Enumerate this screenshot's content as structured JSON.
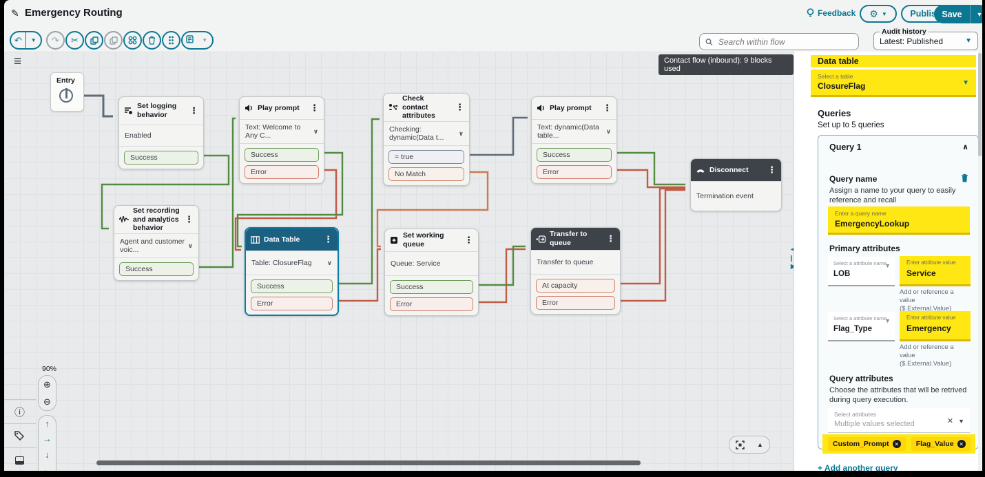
{
  "header": {
    "title": "Emergency Routing",
    "feedback": "Feedback",
    "publish": "Publish",
    "save": "Save",
    "search_placeholder": "Search within flow",
    "audit_label": "Audit history",
    "audit_value": "Latest: Published"
  },
  "canvas": {
    "badge": "Contact flow (inbound): 9 blocks used",
    "zoom_level": "90%",
    "entry_label": "Entry",
    "blocks": [
      {
        "title": "Set logging behavior",
        "body": "Enabled",
        "ports": [
          {
            "label": "Success",
            "type": "success"
          }
        ]
      },
      {
        "title": "Play prompt",
        "body": "Text: Welcome to Any C...",
        "ports": [
          {
            "label": "Success",
            "type": "success"
          },
          {
            "label": "Error",
            "type": "error"
          }
        ]
      },
      {
        "title": "Check contact attributes",
        "body": "Checking: dynamic(Data t...",
        "ports": [
          {
            "label": "= true",
            "type": "neutral"
          },
          {
            "label": "No Match",
            "type": "warning"
          }
        ]
      },
      {
        "title": "Play prompt",
        "body": "Text: dynamic(Data table...",
        "ports": [
          {
            "label": "Success",
            "type": "success"
          },
          {
            "label": "Error",
            "type": "error"
          }
        ]
      },
      {
        "title": "Set recording and analytics behavior",
        "body": "Agent and customer voic...",
        "ports": [
          {
            "label": "Success",
            "type": "success"
          }
        ]
      },
      {
        "title": "Data Table",
        "body": "Table: ClosureFlag",
        "ports": [
          {
            "label": "Success",
            "type": "success"
          },
          {
            "label": "Error",
            "type": "error"
          }
        ]
      },
      {
        "title": "Set working queue",
        "body": "Queue: Service",
        "ports": [
          {
            "label": "Success",
            "type": "success"
          },
          {
            "label": "Error",
            "type": "error"
          }
        ]
      },
      {
        "title": "Transfer to queue",
        "body": "Transfer to queue",
        "ports": [
          {
            "label": "At capacity",
            "type": "warning"
          },
          {
            "label": "Error",
            "type": "error"
          }
        ]
      },
      {
        "title": "Disconnect",
        "body": "Termination event",
        "ports": []
      }
    ]
  },
  "panel": {
    "data_table_heading": "Data table",
    "table_select_label": "Select a table",
    "table_select_value": "ClosureFlag",
    "queries_heading": "Queries",
    "queries_sub": "Set up to 5 queries",
    "query1": {
      "title": "Query 1",
      "name_heading": "Query name",
      "name_desc": "Assign a name to your query to easily reference and recall",
      "name_input_label": "Enter a query name",
      "name_input_value": "EmergencyLookup",
      "primary_heading": "Primary attributes",
      "attr_select_label": "Select a attribute name",
      "attr_value_label": "Enter attribute value",
      "attr_hint": "Add or reference a value ($.External.Value)",
      "attributes": [
        {
          "name": "LOB",
          "value": "Service"
        },
        {
          "name": "Flag_Type",
          "value": "Emergency"
        }
      ],
      "query_attrs_heading": "Query attributes",
      "query_attrs_desc": "Choose the attributes that will be retrived during query execution.",
      "select_attrs_label": "Select attributes",
      "select_attrs_placeholder": "Multiple values selected",
      "tokens": [
        {
          "label": "Custom_Prompt"
        },
        {
          "label": "Flag_Value"
        }
      ]
    },
    "add_query_label": "+ Add another query"
  },
  "icons": {
    "pencil": "✎",
    "menu_dots": "⋮",
    "chevron_down": "∨",
    "chevron_up": "∧",
    "caret_down": "▼",
    "caret_up": "▲",
    "caret_left": "◀",
    "caret_right": "▶",
    "undo": "↶",
    "redo": "↷",
    "cut": "✂",
    "gear": "⚙",
    "hamburger": "≡",
    "zoom_in": "⊕",
    "zoom_out": "⊖",
    "arrow_up": "↑",
    "arrow_right": "→",
    "arrow_down": "↓",
    "arrow_left": "←",
    "close": "✕",
    "info": "ⓘ",
    "pause": "❙❙"
  },
  "colors": {
    "accent": "#0b7793",
    "highlight": "#ffe714",
    "success_line": "#538b40",
    "error_line": "#c05b46",
    "warning_line": "#c97a52",
    "neutral_line": "#5f6b7a",
    "datatable_header": "#1b6080",
    "dark_header": "#3e434a",
    "badge_bg": "#3f4348"
  }
}
